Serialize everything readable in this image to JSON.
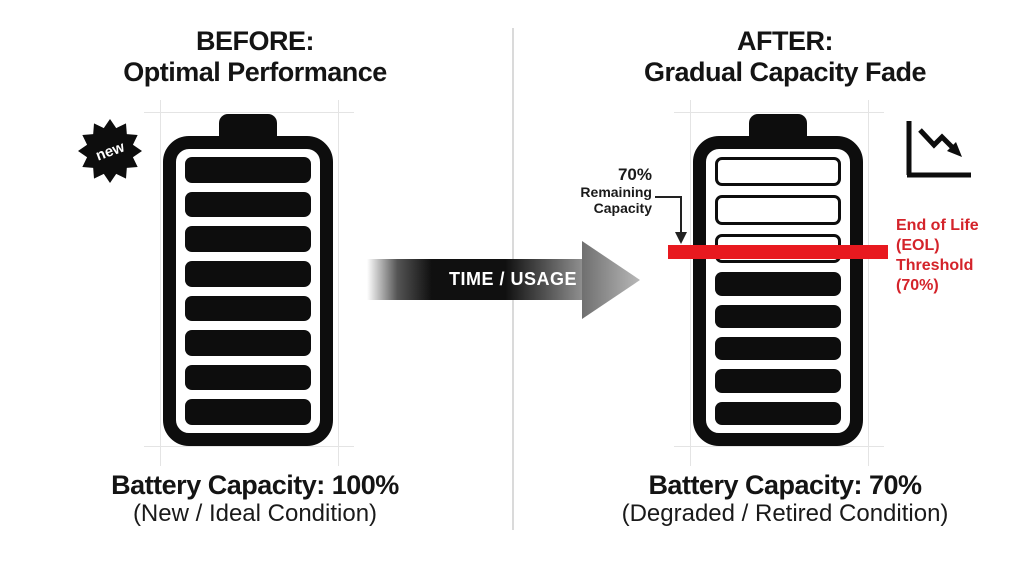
{
  "left_panel": {
    "title_line1": "BEFORE:",
    "title_line2": "Optimal Performance",
    "badge_label": "new",
    "battery": {
      "total_bars": 8,
      "hollow_bars": 0,
      "filled_bars": 8
    },
    "caption_line1": "Battery Capacity: 100%",
    "caption_line2": "(New / Ideal Condition)"
  },
  "arrow": {
    "label": "TIME / USAGE"
  },
  "right_panel": {
    "title_line1": "AFTER:",
    "title_line2": "Gradual Capacity Fade",
    "battery": {
      "total_bars": 8,
      "hollow_bars": 3,
      "filled_bars": 5
    },
    "remaining_label": {
      "line1": "70%",
      "line2": "Remaining",
      "line3": "Capacity"
    },
    "eol_label": {
      "line1": "End of Life",
      "line2": "(EOL)",
      "line3": "Threshold",
      "line4": "(70%)"
    },
    "caption_line1": "Battery Capacity: 70%",
    "caption_line2": "(Degraded / Retired Condition)"
  },
  "icons": {
    "badge": "new-starburst-badge",
    "trend": "declining-line-chart-icon",
    "flow": "gradient-right-arrow"
  },
  "colors": {
    "threshold_red": "#e8191f",
    "eol_text_red": "#d4232a",
    "ink_black": "#0d0d0d",
    "divider_gray": "#dadada"
  }
}
